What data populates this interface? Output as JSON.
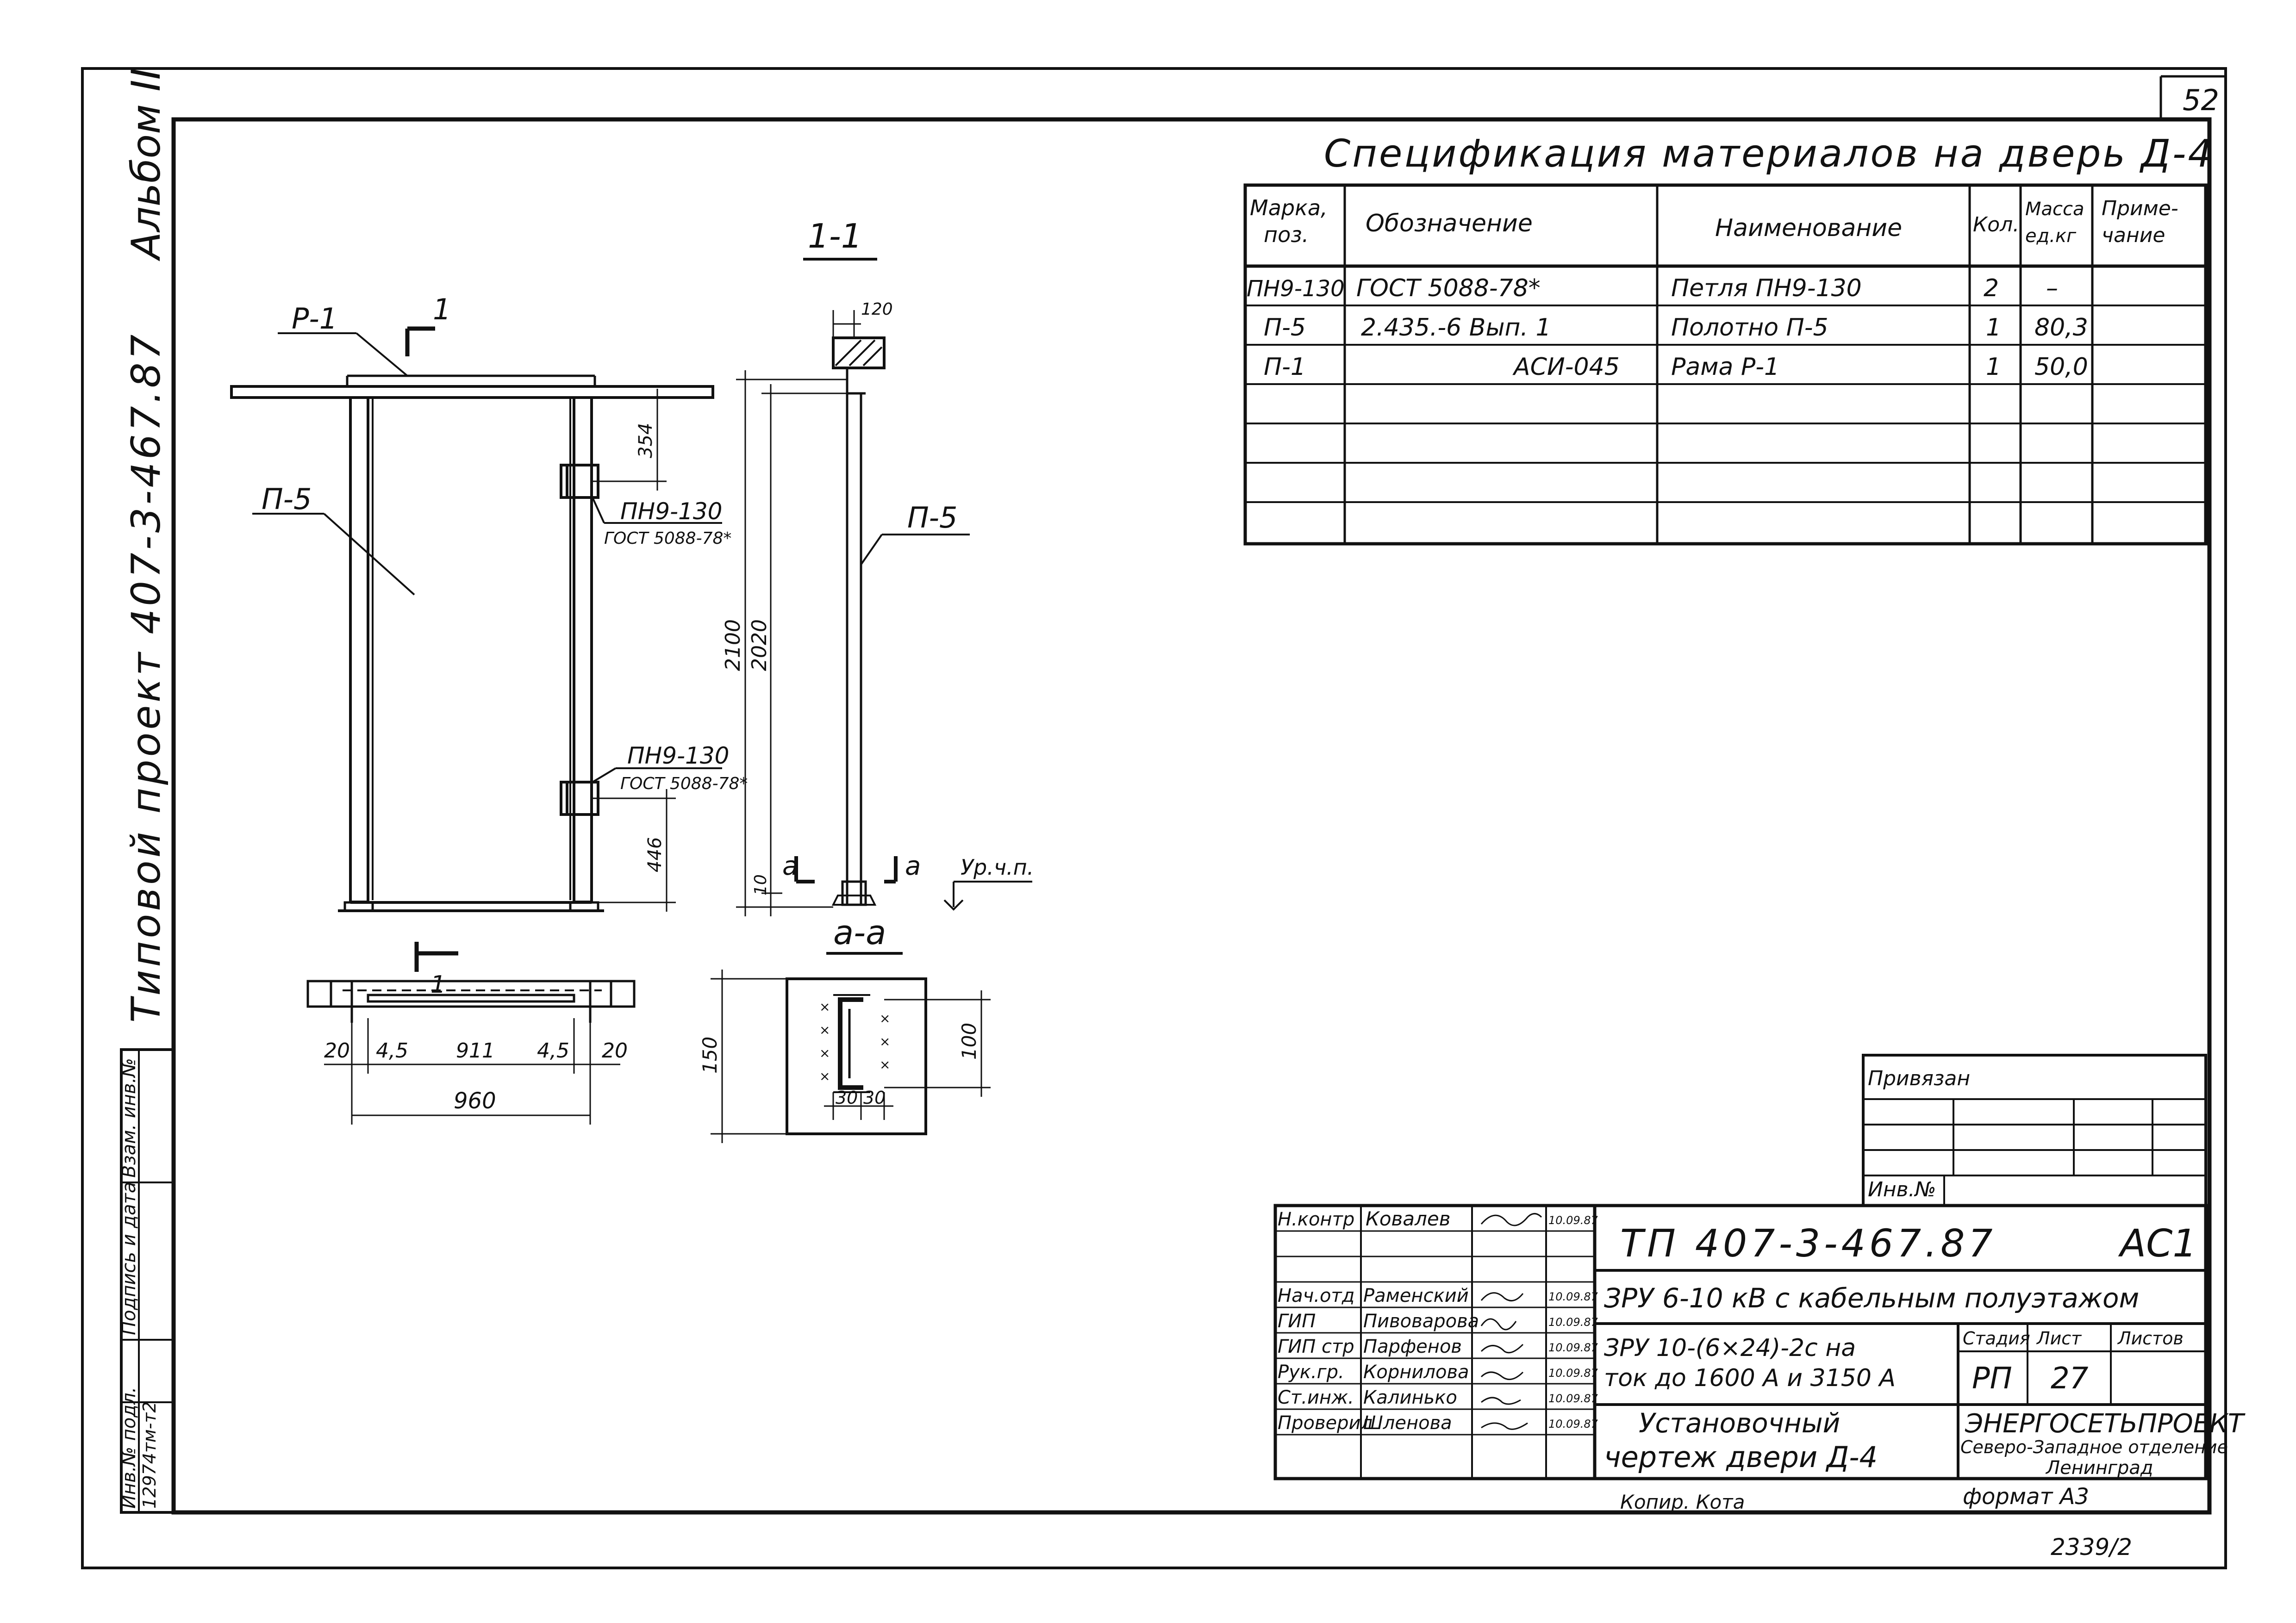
{
  "sheet": {
    "page_number": "52",
    "archive_number": "2339/2",
    "format": "формат А3",
    "copier": "Копир. Кота"
  },
  "side_stamp": {
    "album": "Альбом II",
    "project": "Типовой проект 407-3-467.87",
    "inv_orig_label": "Инв.№ подл.",
    "inv_orig_value": "12974тм-т2",
    "signature_date_label": "Подпись и дата",
    "replacement_inv_label": "Взам. инв.№"
  },
  "specification": {
    "title": "Спецификация материалов на дверь Д-4",
    "headers": [
      "Марка, поз.",
      "Обозначение",
      "Наименование",
      "Кол.",
      "Масса ед.кг",
      "Примечание"
    ],
    "rows": [
      [
        "ПН9-130",
        "ГОСТ 5088-78*",
        "Петля ПН9-130",
        "2",
        "–",
        ""
      ],
      [
        "П-5",
        "2.435.-6 Вып. 1",
        "Полотно П-5",
        "1",
        "80,3",
        ""
      ],
      [
        "П-1",
        "АСИ-045",
        "Рама Р-1",
        "1",
        "50,0",
        ""
      ]
    ]
  },
  "elevation": {
    "frame_label": "Р-1",
    "leaf_label": "П-5",
    "section_marker": "1",
    "hinge_top_label": "ПН9-130",
    "hinge_top_gost": "ГОСТ 5088-78*",
    "hinge_bottom_label": "ПН9-130",
    "hinge_bottom_gost": "ГОСТ 5088-78*",
    "dim_top": "354",
    "dim_bottom": "446",
    "dim_height": "2100",
    "dim_clear": "2020"
  },
  "plan": {
    "section_marker": "1",
    "dim_20_left": "20",
    "dim_45_left": "4,5",
    "dim_911": "911",
    "dim_45_right": "4,5",
    "dim_20_right": "20",
    "dim_960": "960"
  },
  "section_1_1": {
    "title": "1-1",
    "dim_120": "120",
    "leaf_label": "П-5",
    "dim_10": "10",
    "cut_a_left": "а",
    "cut_a_right": "а",
    "floor_level": "Ур.ч.п."
  },
  "section_a_a": {
    "title": "а-а",
    "dim_150": "150",
    "dim_100": "100",
    "dim_30_left": "30",
    "dim_30_right": "30"
  },
  "title_block": {
    "privyazan": "Привязан",
    "inv_no": "Инв.№",
    "roles": [
      "Н.контр",
      "",
      "",
      "Нач.отд",
      "ГИП",
      "ГИП стр",
      "Рук.гр.",
      "Ст.инж.",
      "Проверил"
    ],
    "names": [
      "Ковалев",
      "",
      "",
      "Раменский",
      "Пивоварова",
      "Парфенов",
      "Корнилова",
      "Калинько",
      "Шленова"
    ],
    "dates": [
      "10.09.87",
      "",
      "",
      "10.09.87",
      "10.09.87",
      "10.09.87",
      "10.09.87",
      "10.09.87",
      "10.09.87"
    ],
    "project_code": "ТП 407-3-467.87",
    "sheet_code": "АС1",
    "object_title": "ЗРУ 6-10 кВ с кабельным полуэтажом",
    "subtitle_line1": "ЗРУ 10-(6×24)-2с на",
    "subtitle_line2": "ток до 1600 А и 3150 А",
    "stage_label": "Стадия",
    "sheet_label": "Лист",
    "sheets_label": "Листов",
    "stage": "РП",
    "sheet": "27",
    "sheets": "",
    "drawing_title_line1": "Установочный",
    "drawing_title_line2": "чертеж двери Д-4",
    "org_name": "ЭНЕРГОСЕТЬПРОЕКТ",
    "org_branch": "Северо-Западное отделение",
    "org_city": "Ленинград"
  }
}
